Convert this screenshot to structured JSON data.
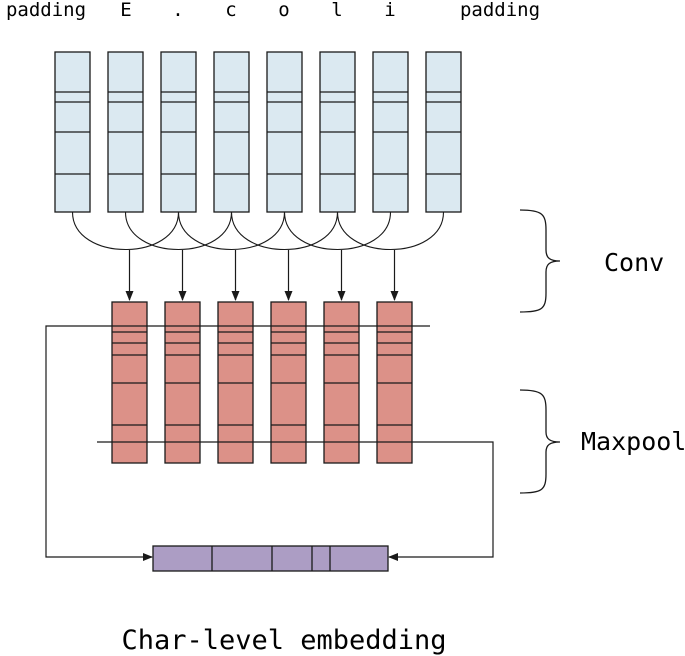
{
  "tokens": [
    "padding",
    "E",
    ".",
    "c",
    "o",
    "l",
    "i",
    "padding"
  ],
  "labels": {
    "conv": "Conv",
    "maxpool": "Maxpool",
    "caption": "Char-level embedding"
  },
  "colors": {
    "input_fill": "#dbe9f1",
    "conv_fill": "#dc9188",
    "output_fill": "#ac9dc4",
    "stroke": "#1a1a1a"
  },
  "counts": {
    "input_columns": 8,
    "conv_columns": 6,
    "output_cells": 5
  }
}
